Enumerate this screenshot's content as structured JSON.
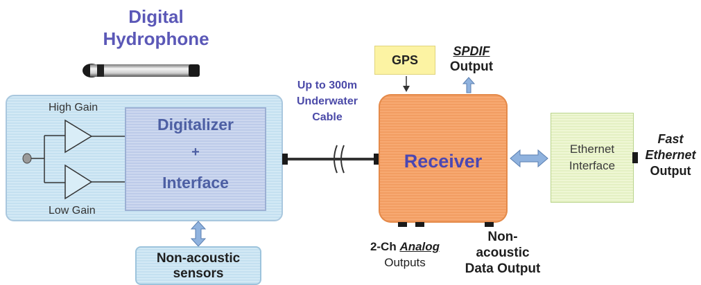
{
  "title": {
    "line1": "Digital",
    "line2": "Hydrophone"
  },
  "hydrophone_unit": {
    "digitalizer_line1": "Digitalizer",
    "digitalizer_plus": "+",
    "digitalizer_line2": "Interface",
    "high_gain_label": "High Gain",
    "low_gain_label": "Low Gain"
  },
  "non_acoustic_sensors": {
    "line1": "Non-acoustic",
    "line2": "sensors"
  },
  "cable": {
    "line1": "Up to 300m",
    "line2": "Underwater",
    "line3": "Cable"
  },
  "gps": {
    "label": "GPS"
  },
  "spdif": {
    "title": "SPDIF",
    "sub": "Output"
  },
  "receiver": {
    "label": "Receiver"
  },
  "analog_outputs": {
    "prefix": "2-Ch ",
    "emph": "Analog",
    "line2": "Outputs"
  },
  "non_acoustic_output": {
    "line1": "Non-",
    "line2": "acoustic",
    "line3": "Data Output"
  },
  "ethernet_interface": {
    "line1": "Ethernet",
    "line2": "Interface"
  },
  "fast_ethernet": {
    "line1": "Fast",
    "line2": "Ethernet",
    "line3": "Output"
  },
  "colors": {
    "title": "#5b58b7",
    "hydrophone_box": "#c4e0f0",
    "digitalizer_box": "#bdcbe9",
    "receiver": "#f29d62",
    "gps": "#fcf3a3",
    "ethernet": "#e4f0c3",
    "arrow": "#7ea6d8"
  }
}
